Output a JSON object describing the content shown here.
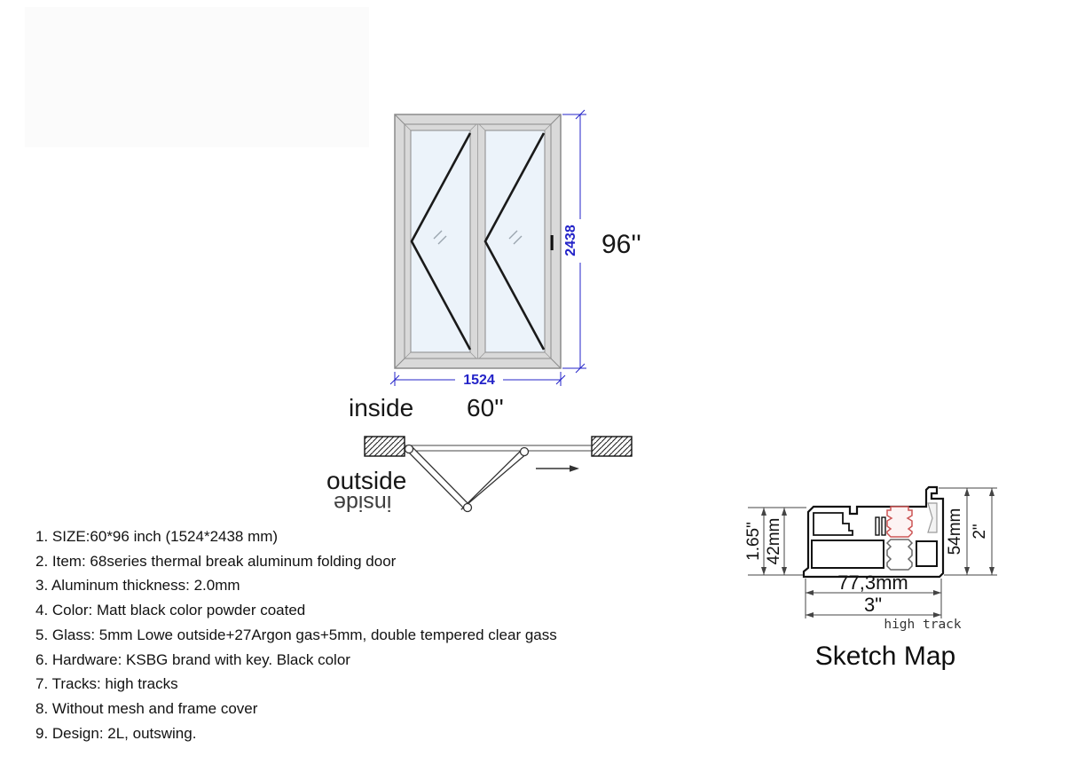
{
  "door_elevation": {
    "height_mm": "2438",
    "width_mm": "1524",
    "height_in": "96''",
    "width_in": "60''",
    "inside_label": "inside"
  },
  "plan_view": {
    "outside_label": "outside",
    "inside_mirrored_label": "inside"
  },
  "specs": [
    "1. SIZE:60*96 inch (1524*2438 mm)",
    "2. Item: 68series thermal break aluminum folding door",
    "3. Aluminum thickness: 2.0mm",
    "4. Color: Matt black color powder coated",
    "5. Glass: 5mm Lowe outside+27Argon gas+5mm, double tempered clear gass",
    "6. Hardware: KSBG brand with key. Black color",
    "7. Tracks: high tracks",
    "8. Without mesh and frame cover",
    "9. Design: 2L, outswing."
  ],
  "sketch_map": {
    "title": "Sketch Map",
    "track_type": "high track",
    "dim_left_inch": "1.65\"",
    "dim_left_mm": "42mm",
    "dim_right_mm": "54mm",
    "dim_right_inch": "2\"",
    "dim_bottom_mm": "77,3mm",
    "dim_bottom_inch": "3\""
  },
  "colors": {
    "dimension_blue": "#2323c8",
    "glass_blue": "#ecf3fa",
    "frame_gray": "#d9d9d9",
    "thermal_break_red": "#cc5555"
  }
}
